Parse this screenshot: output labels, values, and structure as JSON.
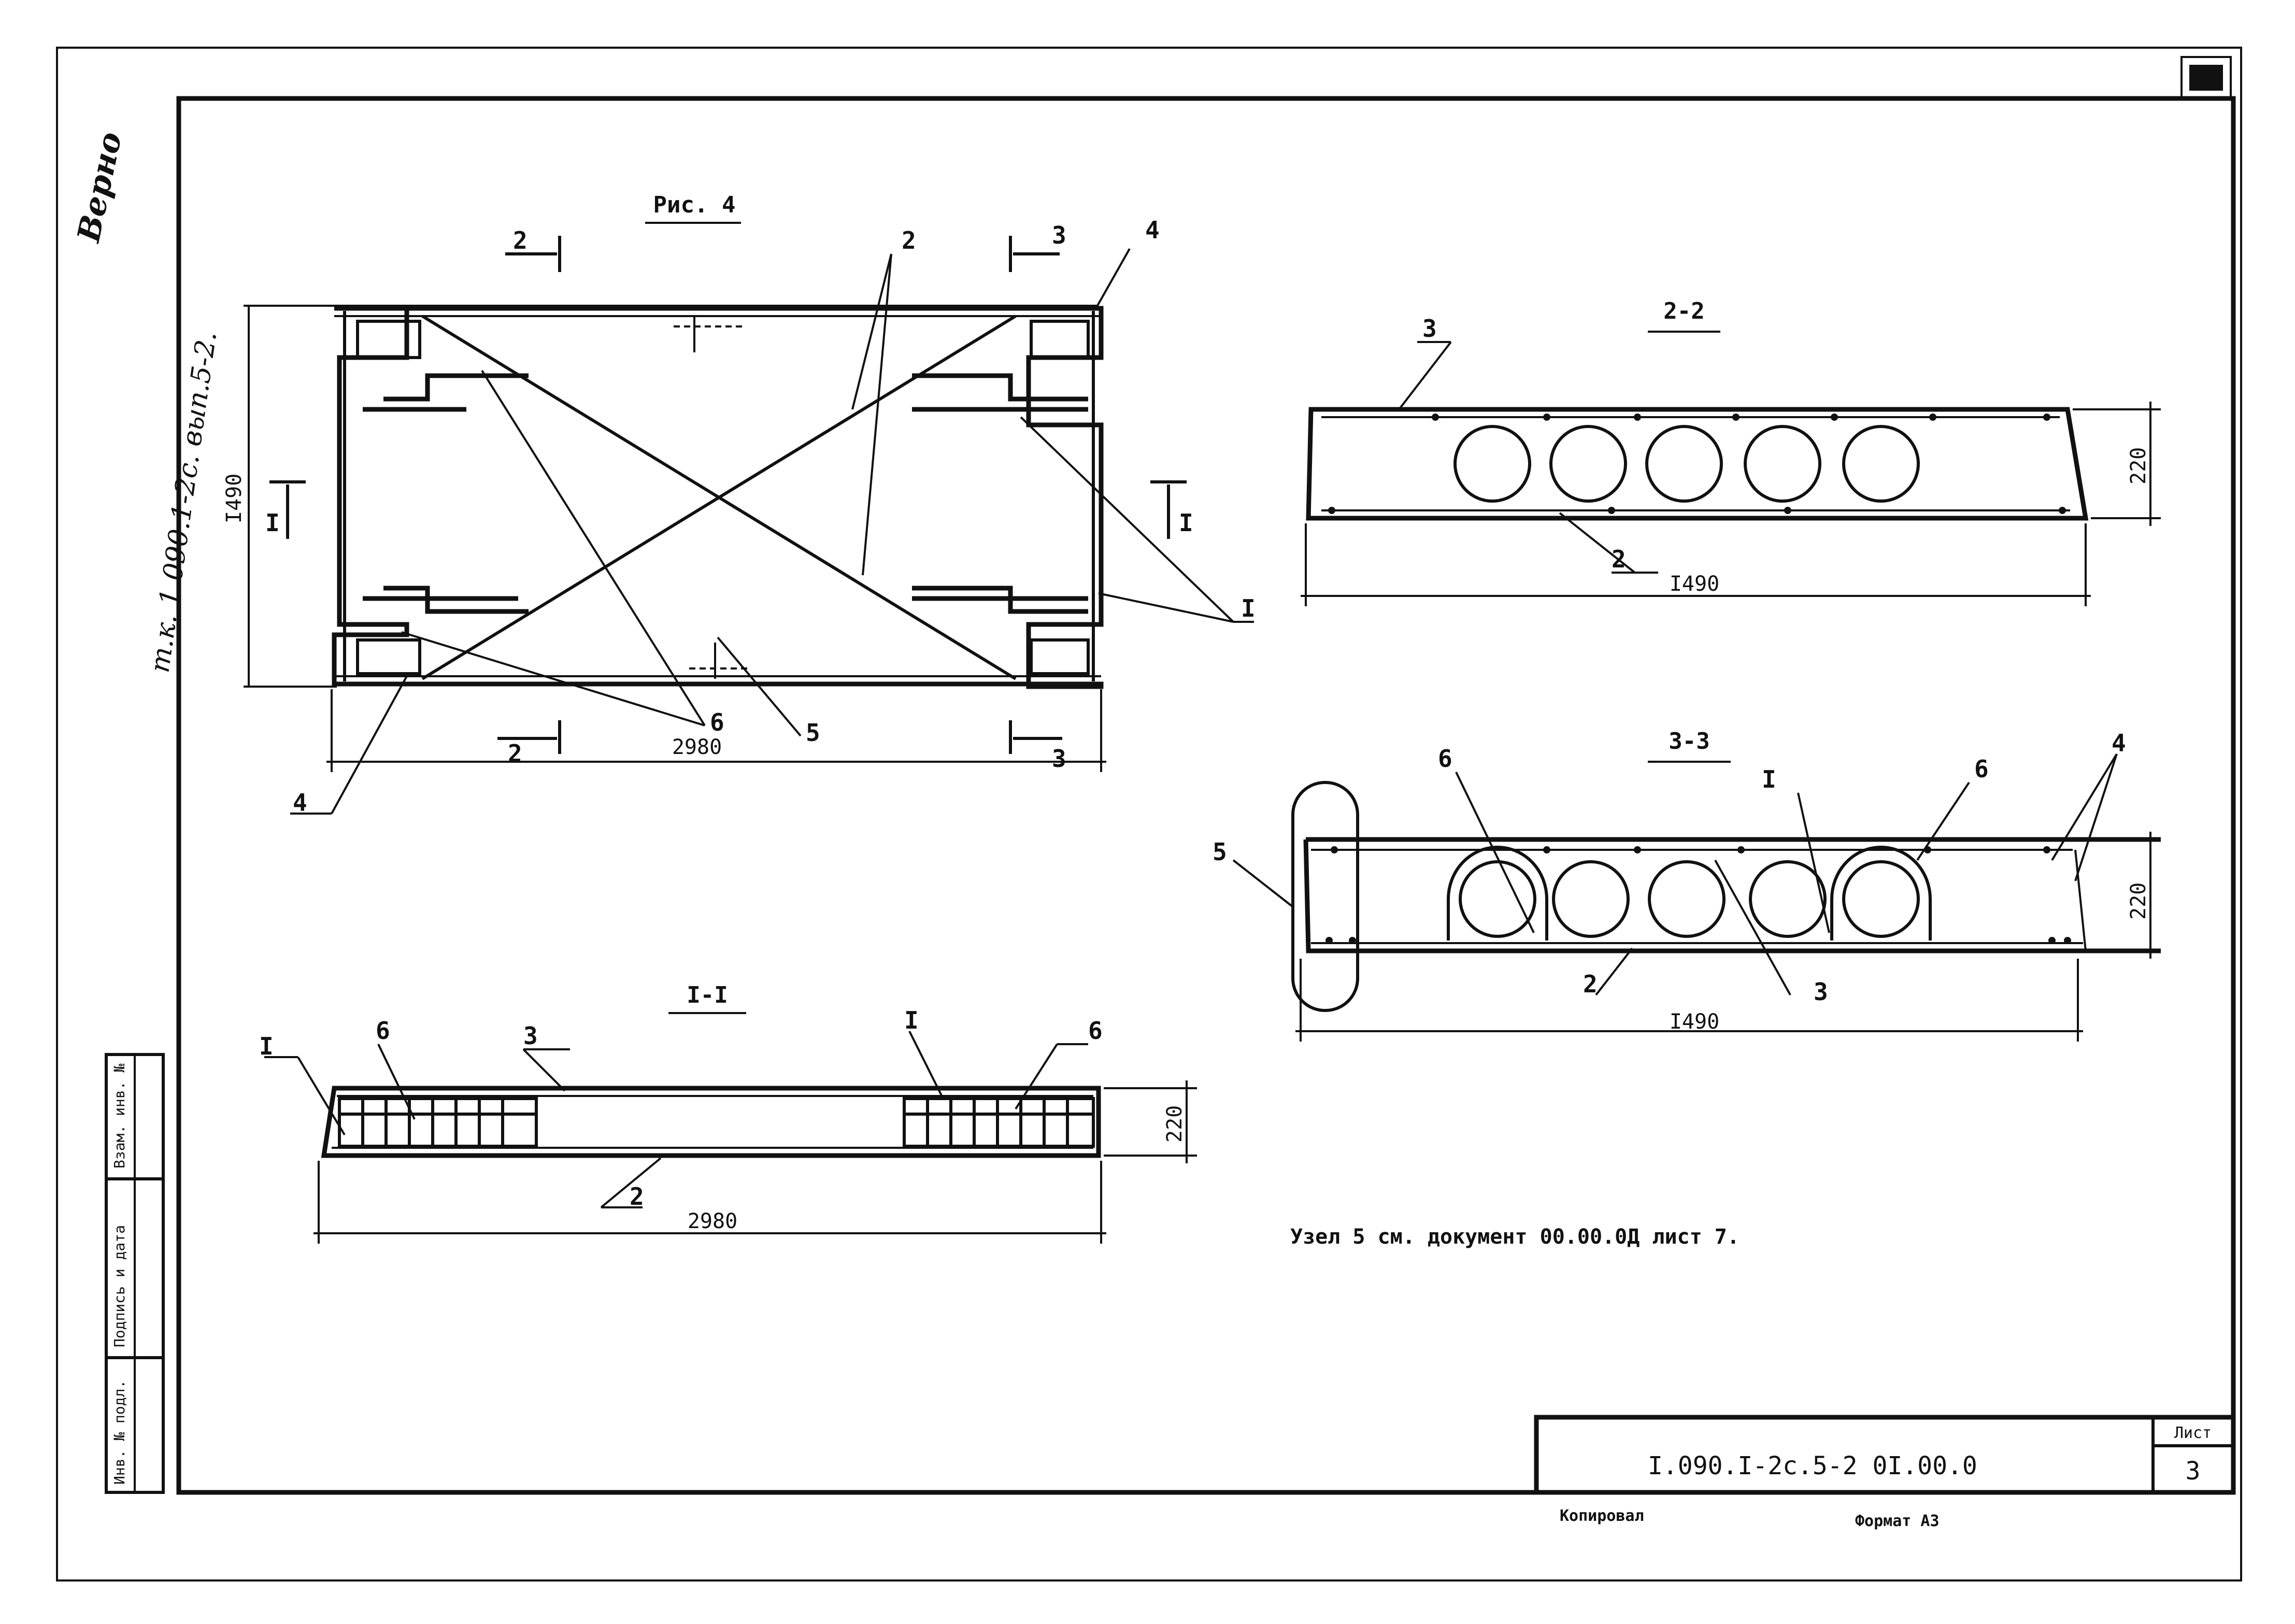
{
  "sheet": {
    "sheet_corner_mark": "",
    "side_inscription": "т.к. 1.090.1-2с. вып.5-2.",
    "side_signature": "Верно",
    "note": "Узел 5 см. документ 00.00.0Д лист 7.",
    "copied_label": "Копировал",
    "format_label": "Формат А3"
  },
  "title_block": {
    "document_code": "I.090.I-2с.5-2  0I.00.0",
    "sheet_label": "Лист",
    "sheet_number": "3"
  },
  "stamp_columns": [
    "Инв. № подл.",
    "Подпись и дата",
    "Взам. инв. №"
  ],
  "views": {
    "plan": {
      "title": "Рис. 4",
      "dim_length": "2980",
      "dim_width": "I490",
      "callouts": [
        "2",
        "2",
        "3",
        "3",
        "I",
        "I",
        "I",
        "2",
        "4",
        "4",
        "5",
        "6"
      ],
      "section_marks": [
        "2",
        "2",
        "3",
        "3",
        "I",
        "I"
      ]
    },
    "section_2_2": {
      "title": "2-2",
      "dim_width": "I490",
      "dim_height": "220",
      "callouts": [
        "3",
        "2"
      ],
      "void_count": 5
    },
    "section_3_3": {
      "title": "3-3",
      "dim_width": "I490",
      "dim_height": "220",
      "callouts": [
        "6",
        "I",
        "6",
        "4",
        "5",
        "2",
        "3"
      ],
      "void_count": 5
    },
    "section_1_1": {
      "title": "I-I",
      "dim_length": "2980",
      "dim_height": "220",
      "callouts": [
        "I",
        "6",
        "3",
        "I",
        "6",
        "2"
      ]
    }
  }
}
